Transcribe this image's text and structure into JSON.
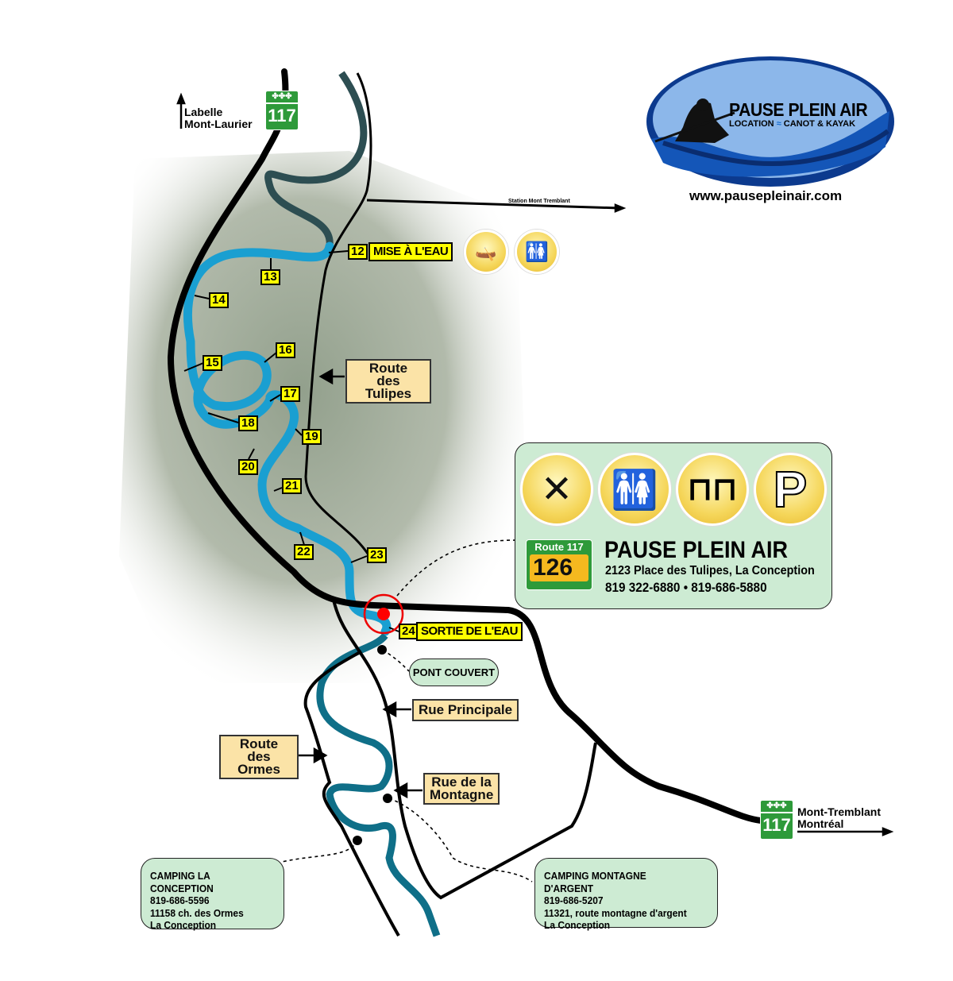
{
  "logo": {
    "title": "PAUSE PLEIN AIR",
    "subtitle_left": "LOCATION",
    "subtitle_right": "CANOT & KAYAK",
    "url": "www.pausepleinair.com"
  },
  "directions": {
    "north": {
      "line1": "Labelle",
      "line2": "Mont-Laurier",
      "route": "117"
    },
    "east": {
      "line1": "Mont-Tremblant",
      "line2": "Montréal",
      "route": "117"
    },
    "station": "Station Mont Tremblant"
  },
  "markers": [
    "12",
    "13",
    "14",
    "15",
    "16",
    "17",
    "18",
    "19",
    "20",
    "21",
    "22",
    "23",
    "24"
  ],
  "launch_label": "MISE À L'EAU",
  "exit_label": "SORTIE DE L'EAU",
  "roads": {
    "tulipes": {
      "line1": "Route",
      "line2": "des Tulipes"
    },
    "principale": "Rue Principale",
    "ormes": {
      "line1": "Route",
      "line2": "des Ormes"
    },
    "montagne": {
      "line1": "Rue de la",
      "line2": "Montagne"
    }
  },
  "pont": "PONT COUVERT",
  "info": {
    "icons": [
      "paddles-icon",
      "restrooms-icon",
      "picnic-table-icon",
      "parking-icon"
    ],
    "parking_letter": "P",
    "sign": {
      "top": "Route 117",
      "exit": "126"
    },
    "name": "PAUSE PLEIN AIR",
    "address": "2123 Place des Tulipes, La Conception",
    "phones": "819 322-6880 • 819-686-5880"
  },
  "campings": [
    {
      "name": "CAMPING LA CONCEPTION",
      "phone": "819-686-5596",
      "address": "11158 ch. des Ormes",
      "city": "La Conception"
    },
    {
      "name": "CAMPING MONTAGNE D'ARGENT",
      "phone": "819-686-5207",
      "address": "11321, route montagne d'argent",
      "city": "La Conception"
    }
  ],
  "colors": {
    "river_upper": "#1a9fd1",
    "river_lower": "#0f6f88",
    "marker": "#ffff00",
    "box": "#cdebd3",
    "shield": "#2e9a3a"
  }
}
